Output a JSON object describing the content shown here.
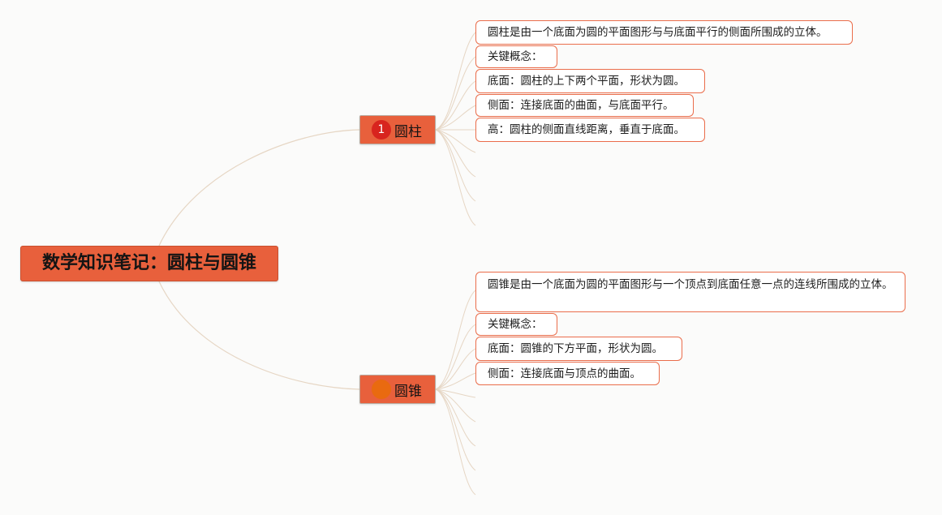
{
  "root": {
    "title": "数学知识笔记：圆柱与圆锥"
  },
  "branches": [
    {
      "label": "圆柱",
      "marker": "1",
      "marker_color": "#d8241e",
      "leaves": [
        "圆柱是由一个底面为圆的平面图形与与底面平行的侧面所围成的立体。",
        "关键概念：",
        "底面：圆柱的上下两个平面，形状为圆。",
        "侧面：连接底面的曲面，与底面平行。",
        "高：圆柱的侧面直线距离，垂直于底面。"
      ]
    },
    {
      "label": "圆锥",
      "marker": "",
      "marker_color": "#e96a10",
      "leaves": [
        "圆锥是由一个底面为圆的平面图形与一个顶点到底面任意一点的连线所围成的立体。",
        "关键概念：",
        "底面：圆锥的下方平面，形状为圆。",
        "侧面：连接底面与顶点的曲面。"
      ]
    }
  ],
  "colors": {
    "node_fill": "#e8603c",
    "leaf_border": "#ea6d4b",
    "connector": "#e6d6c4",
    "background": "#fbfbfa"
  }
}
